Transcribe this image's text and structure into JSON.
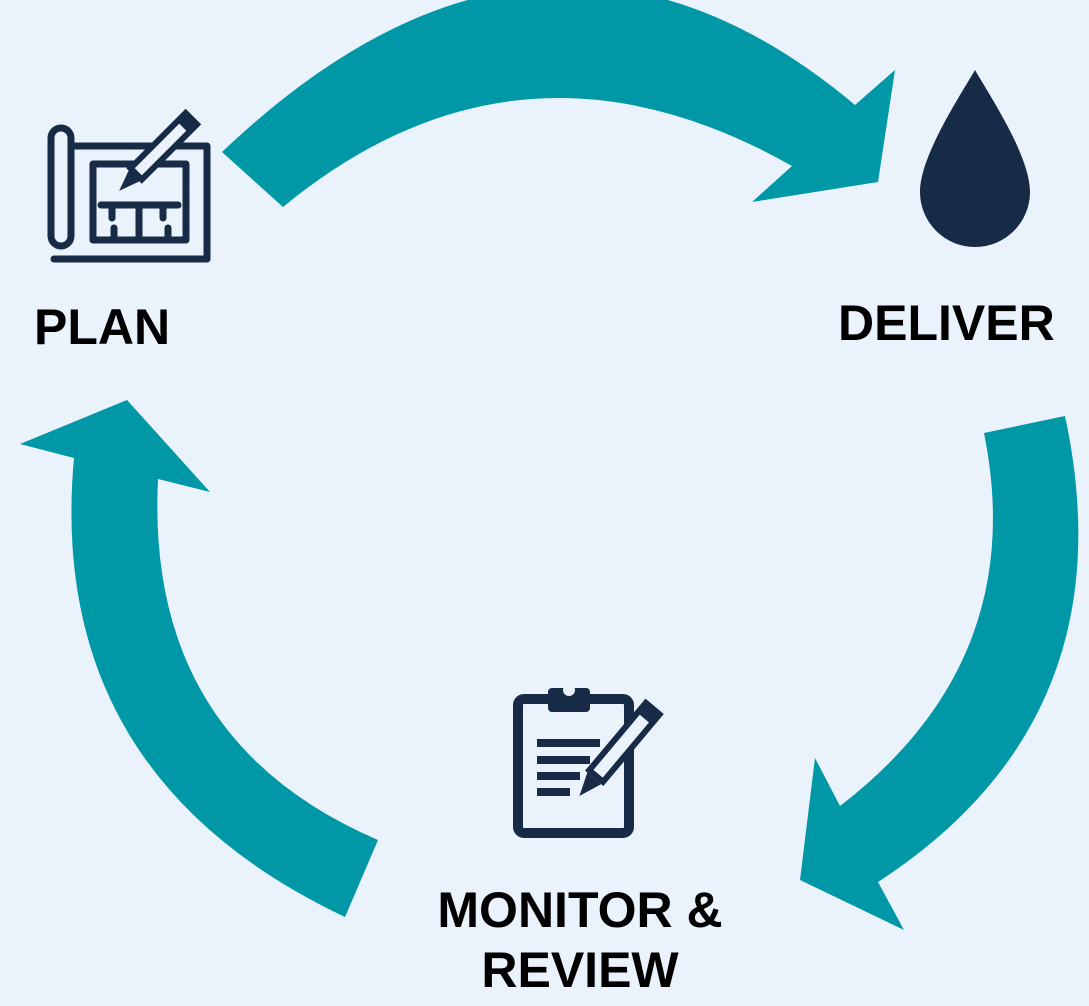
{
  "colors": {
    "background": "#eaf2fb",
    "arrow": "#0097a7",
    "icon": "#172b47",
    "text": "#000000"
  },
  "stages": {
    "plan": {
      "label": "PLAN",
      "icon": "blueprint-pencil-icon"
    },
    "deliver": {
      "label": "DELIVER",
      "icon": "water-drop-icon"
    },
    "monitor": {
      "line1": "MONITOR &",
      "line2": "REVIEW",
      "icon": "clipboard-pencil-icon"
    }
  },
  "connections": [
    {
      "from": "plan",
      "to": "deliver"
    },
    {
      "from": "deliver",
      "to": "monitor"
    },
    {
      "from": "monitor",
      "to": "plan"
    }
  ]
}
